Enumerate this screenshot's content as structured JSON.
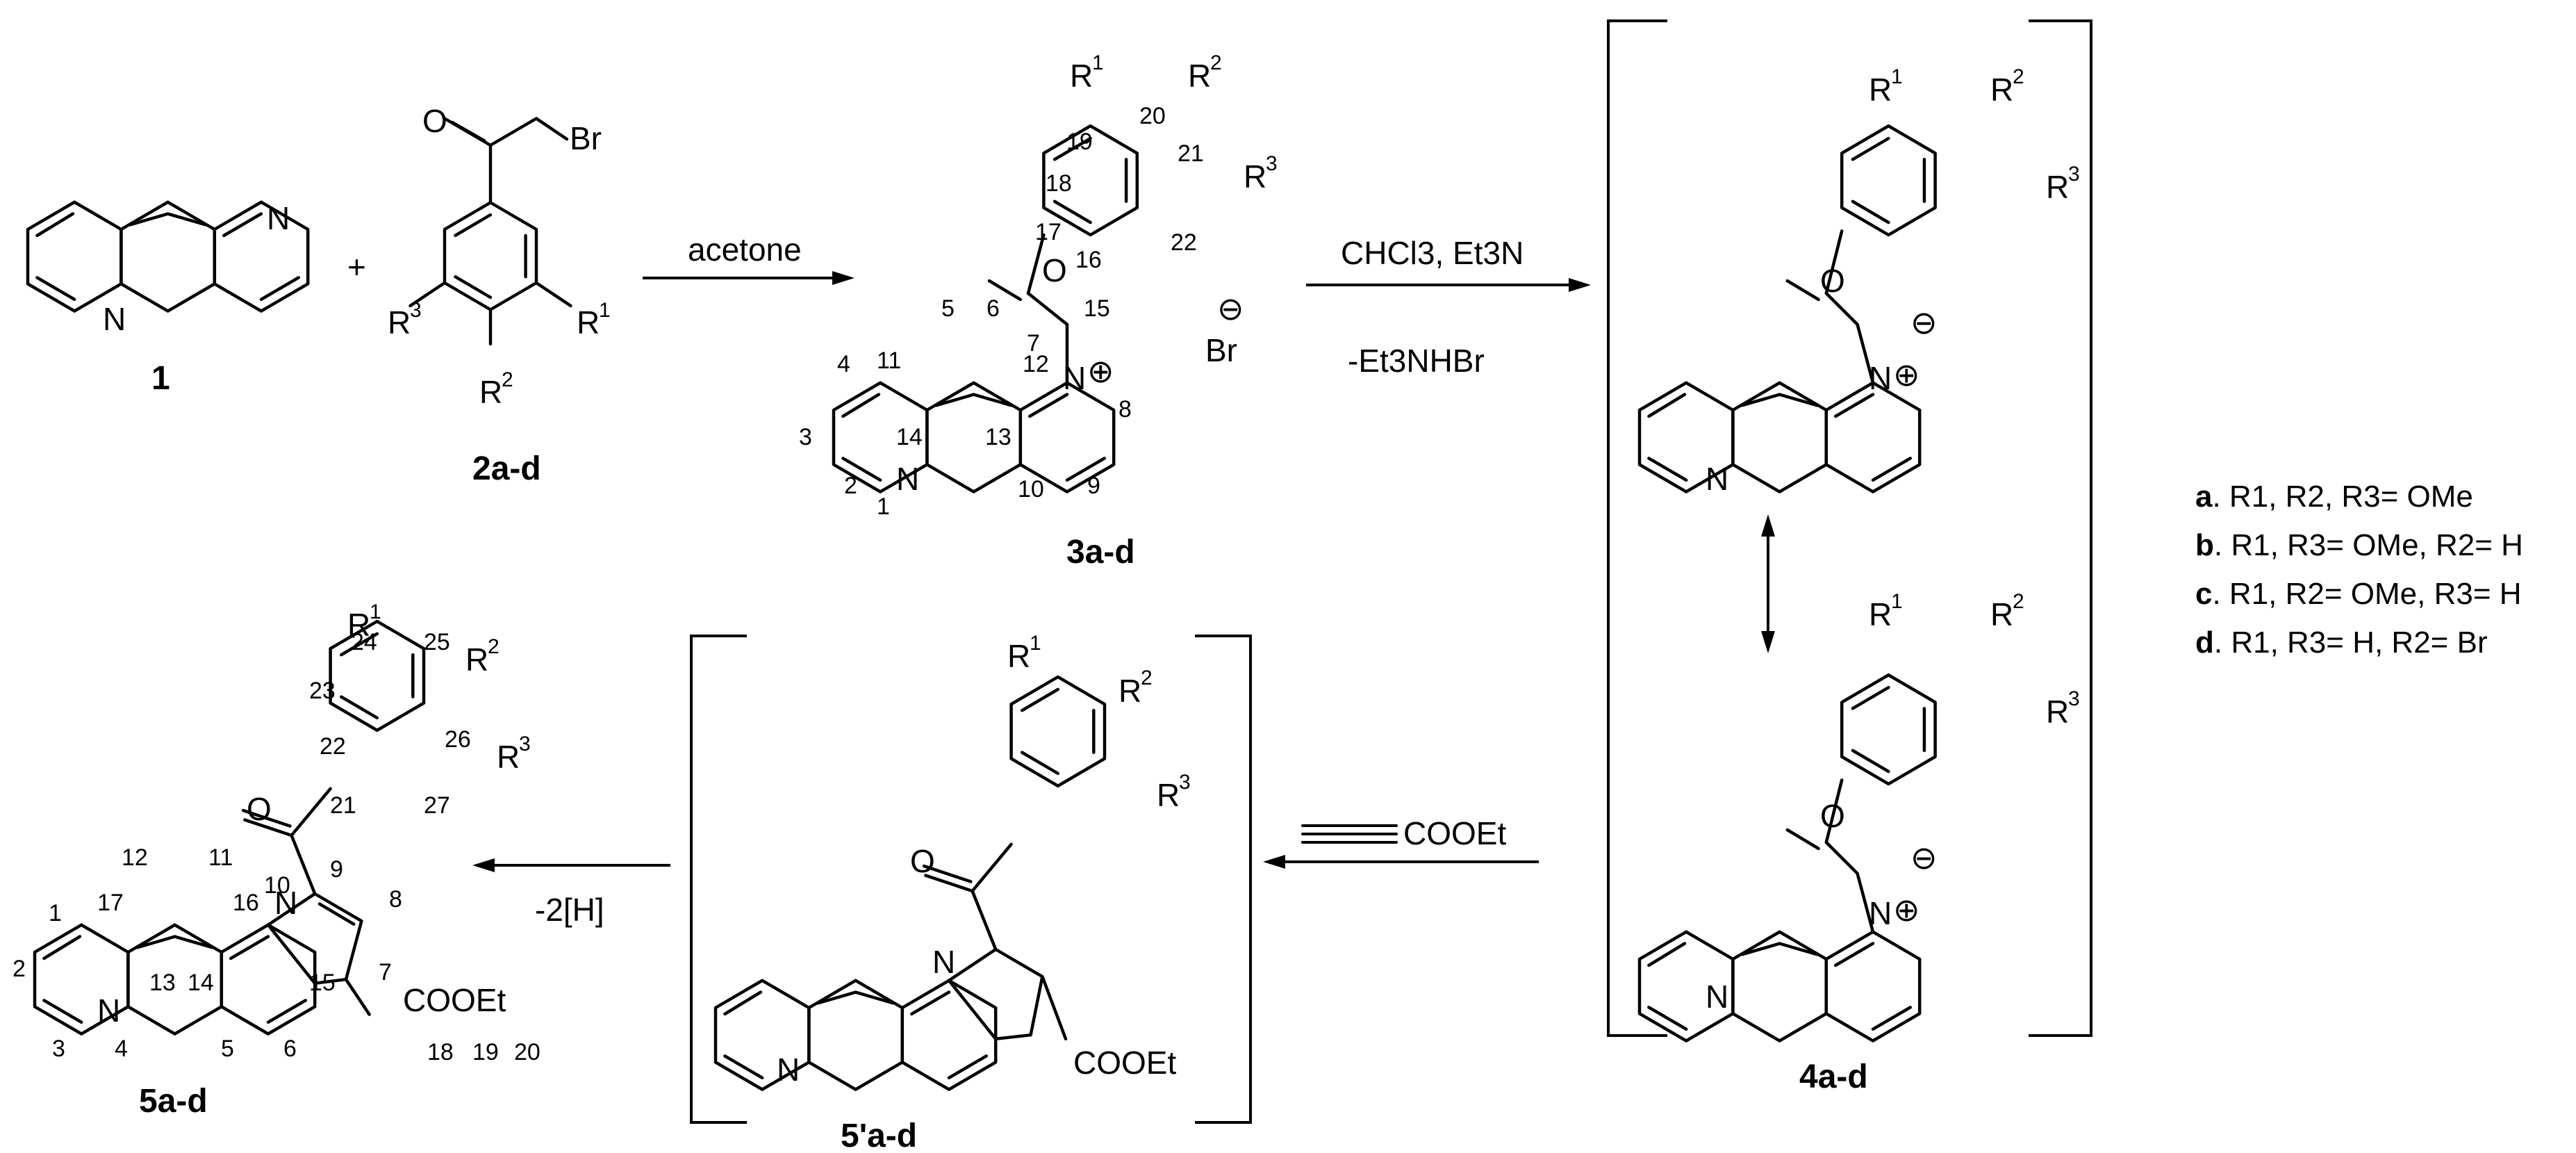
{
  "compounds": {
    "c1": "1",
    "c2": "2a-d",
    "c3": "3a-d",
    "c4": "4a-d",
    "c5p": "5'a-d",
    "c5": "5a-d"
  },
  "atoms": {
    "N": "N",
    "O": "O",
    "Br": "Br",
    "R": "R",
    "s1": "1",
    "s2": "2",
    "s3": "3",
    "plus": "⊕",
    "minus": "⊖"
  },
  "reagents": {
    "step1": "acetone",
    "step2_top": "CHCl3, Et3N",
    "step2_bottom": "-Et3NHBr",
    "step3": "COOEt",
    "step4": "-2[H]",
    "ester": "COOEt",
    "ester5": "COOEt",
    "plus_sign": "+"
  },
  "legend": [
    {
      "letter": "a",
      "text": ". R1, R2, R3= OMe"
    },
    {
      "letter": "b",
      "text": ". R1, R3= OMe, R2= H"
    },
    {
      "letter": "c",
      "text": ". R1, R2= OMe, R3= H"
    },
    {
      "letter": "d",
      "text": ". R1, R3= H, R2= Br"
    }
  ],
  "numbering3": [
    "1",
    "2",
    "3",
    "4",
    "5",
    "6",
    "7",
    "8",
    "9",
    "10",
    "11",
    "12",
    "13",
    "14",
    "15",
    "16",
    "17",
    "18",
    "19",
    "20",
    "21",
    "22"
  ],
  "numbering5": [
    "1",
    "2",
    "3",
    "4",
    "5",
    "6",
    "7",
    "8",
    "9",
    "10",
    "11",
    "12",
    "13",
    "14",
    "15",
    "16",
    "17",
    "18",
    "19",
    "20",
    "21",
    "22",
    "23",
    "24",
    "25",
    "26",
    "27"
  ]
}
